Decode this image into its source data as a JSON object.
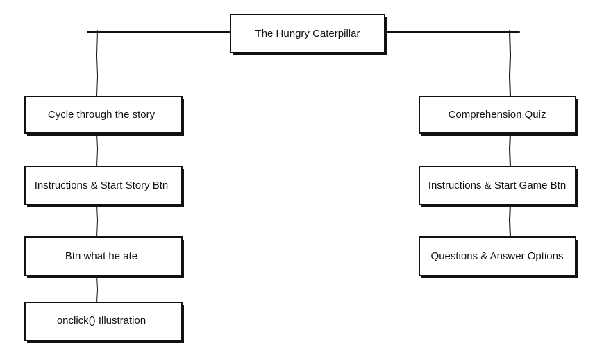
{
  "diagram": {
    "root": {
      "label": "The Hungry Caterpillar"
    },
    "left_branch": [
      {
        "label": "Cycle through the story"
      },
      {
        "label": "Instructions & Start Story Btn"
      },
      {
        "label": "Btn what he ate"
      },
      {
        "label": "onclick() Illustration"
      }
    ],
    "right_branch": [
      {
        "label": "Comprehension Quiz"
      },
      {
        "label": "Instructions & Start Game Btn"
      },
      {
        "label": "Questions & Answer Options"
      }
    ]
  }
}
